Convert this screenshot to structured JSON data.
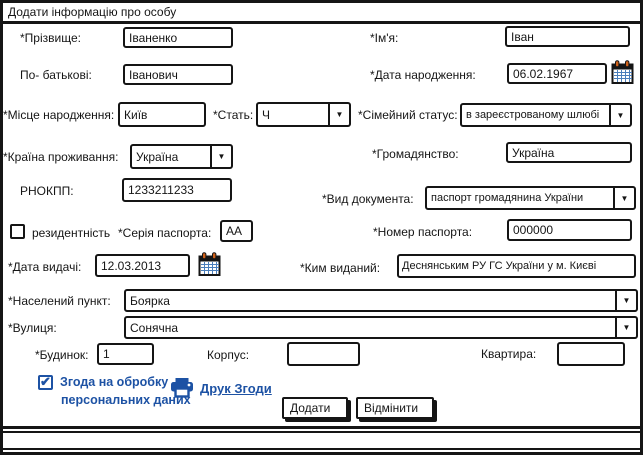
{
  "window": {
    "title": "Додати інформацію про особу"
  },
  "colors": {
    "accent_blue": "#1d52a4",
    "border_black": "#151515"
  },
  "icons": {
    "dropdown_arrow": "▼",
    "check": "✔"
  },
  "fields": {
    "surname": {
      "label": "*Прізвище:",
      "value": "Іваненко"
    },
    "first_name": {
      "label": "*Ім'я:",
      "value": "Іван"
    },
    "patronymic": {
      "label": "По- батькові:",
      "value": "Іванович"
    },
    "birth_date": {
      "label": "*Дата народження:",
      "value": "06.02.1967"
    },
    "birth_place": {
      "label": "*Місце народження:",
      "value": "Київ"
    },
    "gender": {
      "label": "*Стать:",
      "value": "Ч"
    },
    "marital_status": {
      "label": "*Сімейний статус:",
      "value": "в зареєстрованому шлюбі"
    },
    "residence_country": {
      "label": "*Країна проживання:",
      "value": "Україна"
    },
    "citizenship": {
      "label": "*Громадянство:",
      "value": "Україна"
    },
    "rnokpp": {
      "label": "РНОКПП:",
      "value": "1233211233"
    },
    "document_type": {
      "label": "*Вид документа:",
      "value": "паспорт громадянина України"
    },
    "residency": {
      "label": "резидентність",
      "checked": false
    },
    "passport_series": {
      "label": "*Серія паспорта:",
      "value": "АА"
    },
    "passport_number": {
      "label": "*Номер паспорта:",
      "value": "000000"
    },
    "issue_date": {
      "label": "*Дата видачі:",
      "value": "12.03.2013"
    },
    "issued_by": {
      "label": "*Ким виданий:",
      "value": "Деснянським РУ ГС України у м. Києві"
    },
    "settlement": {
      "label": "*Населений пункт:",
      "value": "Боярка"
    },
    "street": {
      "label": "*Вулиця:",
      "value": "Сонячна"
    },
    "building": {
      "label": "*Будинок:",
      "value": "1"
    },
    "block": {
      "label": "Корпус:",
      "value": ""
    },
    "apartment": {
      "label": "Квартира:",
      "value": ""
    }
  },
  "consent": {
    "checked": true,
    "line1": "Згода на обробку",
    "line2": "персональних даних",
    "print_link": "Друк Згоди"
  },
  "buttons": {
    "add": "Додати",
    "cancel": "Відмінити"
  }
}
